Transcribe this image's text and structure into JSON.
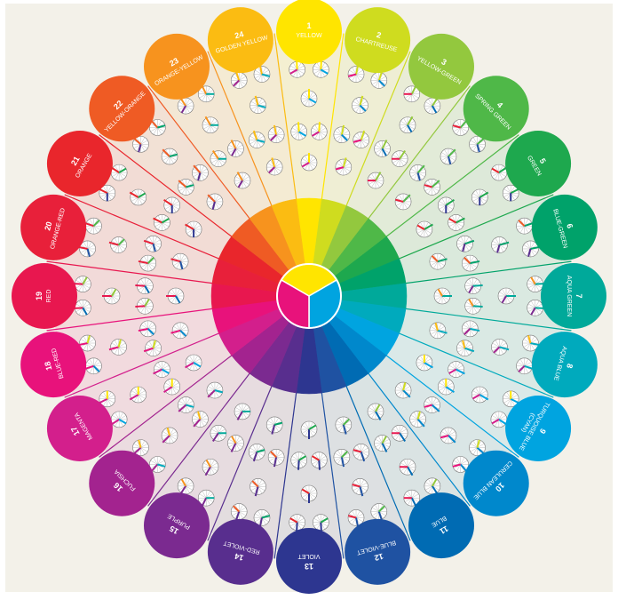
{
  "hues": [
    {
      "number": "1",
      "name": "YELLOW",
      "color": "#ffe500"
    },
    {
      "number": "2",
      "name": "CHARTREUSE",
      "color": "#cfdc1f"
    },
    {
      "number": "3",
      "name": "YELLOW-GREEN",
      "color": "#93c83e"
    },
    {
      "number": "4",
      "name": "SPRING GREEN",
      "color": "#4fb848"
    },
    {
      "number": "5",
      "name": "GREEN",
      "color": "#1ea84e"
    },
    {
      "number": "6",
      "name": "BLUE-GREEN",
      "color": "#00a26a"
    },
    {
      "number": "7",
      "name": "AQUA GREEN",
      "color": "#00a99a"
    },
    {
      "number": "8",
      "name": "AQUA BLUE",
      "color": "#00aabd"
    },
    {
      "number": "9",
      "name": "TURQUOISE BLUE",
      "sub": "(CYAN)",
      "color": "#00a4e0"
    },
    {
      "number": "10",
      "name": "CERULEAN BLUE",
      "color": "#0088cc"
    },
    {
      "number": "11",
      "name": "BLUE",
      "color": "#006bb3"
    },
    {
      "number": "12",
      "name": "BLUE-VIOLET",
      "color": "#1f52a2"
    },
    {
      "number": "13",
      "name": "VIOLET",
      "color": "#2d3690"
    },
    {
      "number": "14",
      "name": "RED-VIOLET",
      "color": "#582e8e"
    },
    {
      "number": "15",
      "name": "PURPLE",
      "color": "#7b2a90"
    },
    {
      "number": "16",
      "name": "FUCHSIA",
      "color": "#a3238f"
    },
    {
      "number": "17",
      "name": "MAGENTA",
      "color": "#d31f8c"
    },
    {
      "number": "18",
      "name": "BLUE-RED",
      "color": "#e8127b"
    },
    {
      "number": "19",
      "name": "RED",
      "color": "#e8174f"
    },
    {
      "number": "20",
      "name": "ORANGE-RED",
      "color": "#e8203a"
    },
    {
      "number": "21",
      "name": "ORANGE",
      "color": "#e9262c"
    },
    {
      "number": "22",
      "name": "YELLOW-ORANGE",
      "color": "#ef5b24"
    },
    {
      "number": "23",
      "name": "ORANGE-YELLOW",
      "color": "#f7931e"
    },
    {
      "number": "24",
      "name": "GOLDEN YELLOW",
      "color": "#fbbc12"
    }
  ],
  "center_primaries": [
    "#ffe500",
    "#00a4e0",
    "#e8127b"
  ]
}
